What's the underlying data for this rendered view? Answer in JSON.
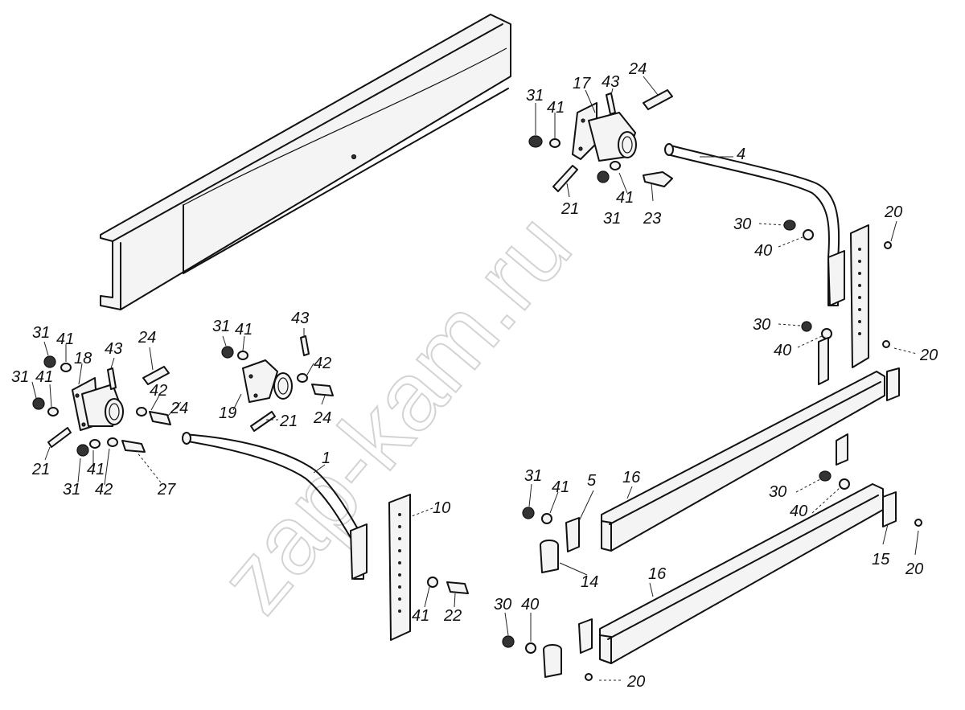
{
  "watermark": "zap-kam.ru",
  "callouts": [
    {
      "id": "c31a",
      "text": "31"
    },
    {
      "id": "c41a",
      "text": "41"
    },
    {
      "id": "c17",
      "text": "17"
    },
    {
      "id": "c43a",
      "text": "43"
    },
    {
      "id": "c24a",
      "text": "24"
    },
    {
      "id": "c4",
      "text": "4"
    },
    {
      "id": "c21a",
      "text": "21"
    },
    {
      "id": "c41b",
      "text": "41"
    },
    {
      "id": "c31b",
      "text": "31"
    },
    {
      "id": "c23",
      "text": "23"
    },
    {
      "id": "c20a",
      "text": "20"
    },
    {
      "id": "c30a",
      "text": "30"
    },
    {
      "id": "c40a",
      "text": "40"
    },
    {
      "id": "c30b",
      "text": "30"
    },
    {
      "id": "c40b",
      "text": "40"
    },
    {
      "id": "c20b",
      "text": "20"
    },
    {
      "id": "c31c",
      "text": "31"
    },
    {
      "id": "c41c",
      "text": "41"
    },
    {
      "id": "c18",
      "text": "18"
    },
    {
      "id": "c43b",
      "text": "43"
    },
    {
      "id": "c24b",
      "text": "24"
    },
    {
      "id": "c31d",
      "text": "31"
    },
    {
      "id": "c41d",
      "text": "41"
    },
    {
      "id": "c42a",
      "text": "42"
    },
    {
      "id": "c24c",
      "text": "24"
    },
    {
      "id": "c21b",
      "text": "21"
    },
    {
      "id": "c41e",
      "text": "41"
    },
    {
      "id": "c31e",
      "text": "31"
    },
    {
      "id": "c42b",
      "text": "42"
    },
    {
      "id": "c27",
      "text": "27"
    },
    {
      "id": "c31f",
      "text": "31"
    },
    {
      "id": "c41f",
      "text": "41"
    },
    {
      "id": "c43c",
      "text": "43"
    },
    {
      "id": "c42c",
      "text": "42"
    },
    {
      "id": "c24d",
      "text": "24"
    },
    {
      "id": "c19",
      "text": "19"
    },
    {
      "id": "c21c",
      "text": "21"
    },
    {
      "id": "c1",
      "text": "1"
    },
    {
      "id": "c10",
      "text": "10"
    },
    {
      "id": "c41g",
      "text": "41"
    },
    {
      "id": "c22",
      "text": "22"
    },
    {
      "id": "c31g",
      "text": "31"
    },
    {
      "id": "c41h",
      "text": "41"
    },
    {
      "id": "c5",
      "text": "5"
    },
    {
      "id": "c16a",
      "text": "16"
    },
    {
      "id": "c14",
      "text": "14"
    },
    {
      "id": "c30c",
      "text": "30"
    },
    {
      "id": "c40c",
      "text": "40"
    },
    {
      "id": "c16b",
      "text": "16"
    },
    {
      "id": "c30d",
      "text": "30"
    },
    {
      "id": "c40d",
      "text": "40"
    },
    {
      "id": "c15",
      "text": "15"
    },
    {
      "id": "c20c",
      "text": "20"
    },
    {
      "id": "c20d",
      "text": "20"
    }
  ]
}
